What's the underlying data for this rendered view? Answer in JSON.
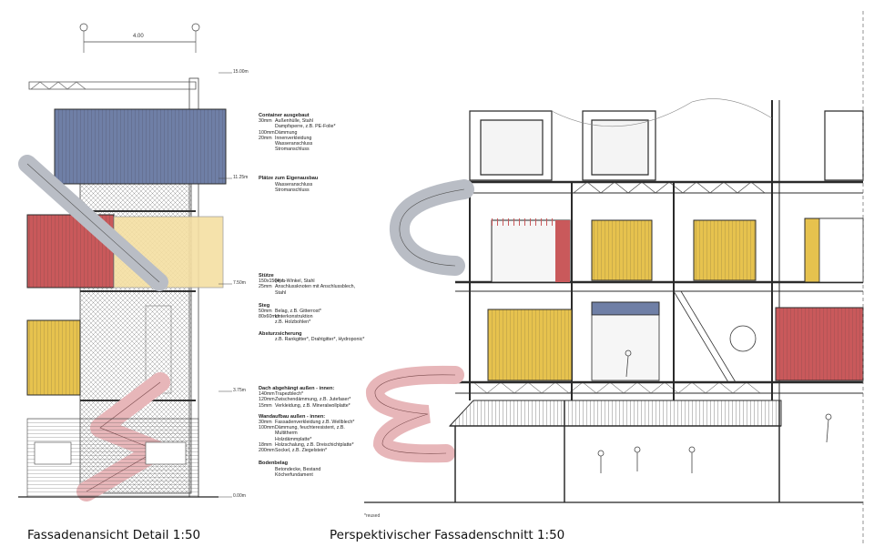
{
  "captions": {
    "left": "Fassadenansicht Detail 1:50",
    "right": "Perspektivischer Fassadenschnitt 1:50"
  },
  "dimension": "4.00",
  "levels": [
    "15.00m",
    "11.25m",
    "7.50m",
    "3.75m",
    "0.00m"
  ],
  "footnote": "*reused",
  "notes": [
    {
      "heading": "Container ausgebaut",
      "rows": [
        {
          "t": "30mm",
          "d": "Außenhülle, Stahl"
        },
        {
          "t": "",
          "d": "Dampfsperre, z.B. PE-Folie*"
        },
        {
          "t": "100mm",
          "d": "Dämmung"
        },
        {
          "t": "20mm",
          "d": "Innenverkleidung"
        },
        {
          "t": "",
          "d": "Wasseranschluss"
        },
        {
          "t": "",
          "d": "Stromanschluss"
        }
      ]
    },
    {
      "heading": "Plätze zum Eigenausbau",
      "rows": [
        {
          "t": "",
          "d": "Wasseranschluss"
        },
        {
          "t": "",
          "d": "Stromanschluss"
        }
      ]
    },
    {
      "heading": "Stütze",
      "rows": [
        {
          "t": "150x150mm",
          "d": "(4) L-Winkel, Stahl"
        },
        {
          "t": "25mm",
          "d": "Anschlussknoten mit Anschlussblech, Stahl"
        }
      ]
    },
    {
      "heading": "Steg",
      "rows": [
        {
          "t": "50mm",
          "d": "Belag, z.B. Gitterrost*"
        },
        {
          "t": "80x60mm",
          "d": "Unterkonstruktion"
        },
        {
          "t": "",
          "d": "z.B. Holzbohlen*"
        }
      ]
    },
    {
      "heading": "Absturzsicherung",
      "rows": [
        {
          "t": "",
          "d": "z.B. Rankgitter*, Drahtgitter*, Hydroponic*"
        }
      ]
    },
    {
      "heading": "Dach abgehängt außen - innen:",
      "rows": [
        {
          "t": "140mm",
          "d": "Trapezblech*"
        },
        {
          "t": "120mm",
          "d": "Zwischendämmung, z.B. Jutefaser*"
        },
        {
          "t": "15mm",
          "d": "Verkleidung, z.B. Mineralwollplatte*"
        }
      ]
    },
    {
      "heading": "Wandaufbau außen - innen:",
      "rows": [
        {
          "t": "30mm",
          "d": "Fassadenverkleidung z.B. Wellblech*"
        },
        {
          "t": "100mm",
          "d": "Dämmung, feuchteresistent, z.B. Multitherm"
        },
        {
          "t": "",
          "d": "Holzdämmplatte*"
        },
        {
          "t": "18mm",
          "d": "Holzschalung, z.B. Dreischichtplatte*"
        },
        {
          "t": "200mm",
          "d": "Sockel, z.B. Ziegelstein*"
        }
      ]
    },
    {
      "heading": "Bodenbelag",
      "rows": [
        {
          "t": "",
          "d": "Betondecke, Bestand"
        },
        {
          "t": "",
          "d": "Köcherfundament"
        }
      ]
    }
  ],
  "colors": {
    "blue": "#6f7fa6",
    "red": "#c9595b",
    "yellow": "#e6c24e",
    "pink": "#e7b6b9",
    "grey": "#b9bdc5",
    "mesh": "#dcdcdc",
    "line": "#2b2b2b"
  }
}
